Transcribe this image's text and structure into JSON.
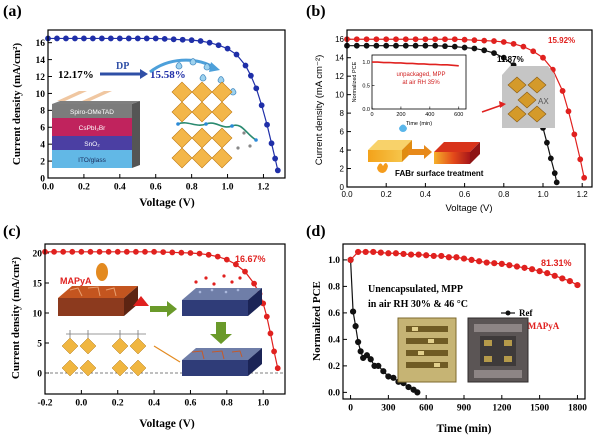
{
  "panels": [
    {
      "letter": "(a)",
      "xlabel": "Voltage (V)",
      "ylabel": "Current density (mA/cm²)",
      "xticks": [
        "0.0",
        "0.2",
        "0.4",
        "0.6",
        "0.8",
        "1.0",
        "1.2"
      ],
      "yticks": [
        "0",
        "2",
        "4",
        "6",
        "8",
        "10",
        "12",
        "14",
        "16"
      ],
      "ann_before": "12.17%",
      "ann_arrow": "DP",
      "ann_after": "15.58%",
      "layers": [
        "Spiro-OMeTAD",
        "CsPbI₂Br",
        "SnO₂",
        "ITO/glass"
      ]
    },
    {
      "letter": "(b)",
      "xlabel": "Voltage (V)",
      "ylabel": "Current density (mA cm⁻²)",
      "xticks": [
        "0.0",
        "0.2",
        "0.4",
        "0.6",
        "0.8",
        "1.0",
        "1.2"
      ],
      "yticks": [
        "0",
        "2",
        "4",
        "6",
        "8",
        "10",
        "12",
        "14",
        "16"
      ],
      "ann_ref": "11.87%",
      "ann_best": "15.92%",
      "inset_title": "unpackaged, MPP",
      "inset_sub": "at air RH 35%",
      "inset_ylabel": "Normalized PCE",
      "inset_xlabel": "Time (min)",
      "inset_xticks": [
        "0",
        "200",
        "400",
        "600"
      ],
      "inset_yticks": [
        "0.0",
        "0.5",
        "1.0"
      ],
      "treat_label": "FABr surface treatment",
      "ax_label": "AX"
    },
    {
      "letter": "(c)",
      "xlabel": "Voltage (V)",
      "ylabel": "Current density (mA/cm²)",
      "xticks": [
        "-0.2",
        "0.0",
        "0.2",
        "0.4",
        "0.6",
        "0.8",
        "1.0"
      ],
      "yticks": [
        "0",
        "5",
        "10",
        "15",
        "20"
      ],
      "ann_best": "16.67%",
      "additive": "MAPyA"
    },
    {
      "letter": "(d)",
      "xlabel": "Time (min)",
      "ylabel": "Normalized PCE",
      "xticks": [
        "0",
        "300",
        "600",
        "900",
        "1200",
        "1500",
        "1800"
      ],
      "yticks": [
        "0.0",
        "0.2",
        "0.4",
        "0.6",
        "0.8",
        "1.0"
      ],
      "cond1": "Unencapsulated, MPP",
      "cond2": "in air RH 30% & 46 °C",
      "ann_end": "81.31%",
      "legend": [
        "Ref",
        "w MAPyA"
      ]
    }
  ],
  "colors": {
    "blue": "#1f2fa8",
    "red": "#e0211f",
    "black": "#111111"
  },
  "chart_data": [
    {
      "type": "line",
      "title": "",
      "xlabel": "Voltage (V)",
      "ylabel": "Current density (mA/cm²)",
      "xlim": [
        0,
        1.32
      ],
      "ylim": [
        0,
        17.5
      ],
      "grid": false,
      "series": [
        {
          "color": "#1f2fa8",
          "x": [
            0,
            0.05,
            0.1,
            0.15,
            0.2,
            0.25,
            0.3,
            0.35,
            0.4,
            0.45,
            0.5,
            0.55,
            0.6,
            0.65,
            0.7,
            0.75,
            0.8,
            0.85,
            0.9,
            0.95,
            1.0,
            1.05,
            1.1,
            1.13,
            1.16,
            1.19,
            1.22,
            1.245,
            1.265,
            1.28
          ],
          "y": [
            16.5,
            16.5,
            16.5,
            16.5,
            16.5,
            16.5,
            16.5,
            16.5,
            16.5,
            16.5,
            16.5,
            16.5,
            16.5,
            16.45,
            16.4,
            16.35,
            16.3,
            16.2,
            16.0,
            15.7,
            15.3,
            14.6,
            13.3,
            12.1,
            10.6,
            8.6,
            6.3,
            4.1,
            2.3,
            0.9
          ]
        }
      ]
    },
    {
      "type": "line",
      "title": "",
      "xlabel": "Voltage (V)",
      "ylabel": "Current density (mA cm⁻²)",
      "xlim": [
        0,
        1.25
      ],
      "ylim": [
        0,
        17
      ],
      "grid": false,
      "series": [
        {
          "color": "#111111",
          "label": "11.87%",
          "x": [
            0,
            0.05,
            0.1,
            0.15,
            0.2,
            0.25,
            0.3,
            0.35,
            0.4,
            0.45,
            0.5,
            0.55,
            0.6,
            0.65,
            0.7,
            0.75,
            0.8,
            0.85,
            0.9,
            0.95,
            0.98,
            1.0,
            1.02,
            1.04,
            1.06,
            1.07
          ],
          "y": [
            15.3,
            15.3,
            15.3,
            15.3,
            15.3,
            15.3,
            15.3,
            15.3,
            15.3,
            15.3,
            15.25,
            15.2,
            15.1,
            15.0,
            14.8,
            14.5,
            14.0,
            13.2,
            11.9,
            9.6,
            7.9,
            6.4,
            4.8,
            3.1,
            1.5,
            0.5
          ]
        },
        {
          "color": "#e0211f",
          "label": "15.92%",
          "x": [
            0,
            0.05,
            0.1,
            0.15,
            0.2,
            0.25,
            0.3,
            0.35,
            0.4,
            0.45,
            0.5,
            0.55,
            0.6,
            0.65,
            0.7,
            0.75,
            0.8,
            0.85,
            0.9,
            0.95,
            1.0,
            1.05,
            1.1,
            1.13,
            1.16,
            1.19,
            1.21
          ],
          "y": [
            16.0,
            16.0,
            16.0,
            16.0,
            16.0,
            16.0,
            16.0,
            16.0,
            16.0,
            16.0,
            16.0,
            16.0,
            15.95,
            15.9,
            15.85,
            15.8,
            15.7,
            15.5,
            15.2,
            14.7,
            14.0,
            12.7,
            10.4,
            8.2,
            5.7,
            3.0,
            1.0
          ]
        }
      ]
    },
    {
      "type": "line",
      "title": "",
      "xlabel": "Voltage (V)",
      "ylabel": "Current density (mA/cm²)",
      "xlim": [
        -0.2,
        1.12
      ],
      "ylim": [
        -3.5,
        21.5
      ],
      "grid": false,
      "series": [
        {
          "color": "#e0211f",
          "x": [
            -0.2,
            -0.15,
            -0.1,
            -0.05,
            0,
            0.05,
            0.1,
            0.15,
            0.2,
            0.25,
            0.3,
            0.35,
            0.4,
            0.45,
            0.5,
            0.55,
            0.6,
            0.65,
            0.7,
            0.75,
            0.8,
            0.85,
            0.9,
            0.95,
            0.98,
            1.0,
            1.02,
            1.04,
            1.06,
            1.08
          ],
          "y": [
            20.2,
            20.2,
            20.2,
            20.2,
            20.2,
            20.2,
            20.2,
            20.2,
            20.2,
            20.2,
            20.2,
            20.2,
            20.2,
            20.15,
            20.1,
            20.05,
            20.0,
            19.9,
            19.7,
            19.4,
            18.9,
            18.1,
            16.9,
            14.9,
            13.2,
            11.6,
            9.4,
            6.6,
            3.6,
            0.8
          ]
        }
      ]
    },
    {
      "type": "line",
      "title": "",
      "xlabel": "Time (min)",
      "ylabel": "Normalized PCE",
      "xlim": [
        -60,
        1860
      ],
      "ylim": [
        -0.05,
        1.12
      ],
      "grid": false,
      "legend": "lower-right",
      "series": [
        {
          "name": "Ref",
          "color": "#111111",
          "x": [
            0,
            20,
            40,
            60,
            80,
            100,
            130,
            160,
            190,
            220,
            260,
            300,
            340,
            380,
            420,
            460,
            500,
            530
          ],
          "y": [
            1.0,
            0.61,
            0.5,
            0.38,
            0.31,
            0.26,
            0.28,
            0.25,
            0.2,
            0.2,
            0.16,
            0.12,
            0.11,
            0.08,
            0.07,
            0.04,
            0.02,
            0.0
          ]
        },
        {
          "name": "w MAPyA",
          "color": "#e0211f",
          "x": [
            0,
            60,
            120,
            180,
            240,
            300,
            360,
            420,
            480,
            540,
            600,
            660,
            720,
            780,
            840,
            900,
            960,
            1020,
            1080,
            1140,
            1200,
            1260,
            1320,
            1380,
            1440,
            1500,
            1560,
            1620,
            1680,
            1740,
            1800
          ],
          "y": [
            1.0,
            1.06,
            1.06,
            1.06,
            1.055,
            1.05,
            1.05,
            1.045,
            1.04,
            1.04,
            1.035,
            1.03,
            1.03,
            1.02,
            1.02,
            1.01,
            1.0,
            0.99,
            0.98,
            0.975,
            0.97,
            0.96,
            0.95,
            0.94,
            0.93,
            0.915,
            0.9,
            0.88,
            0.86,
            0.84,
            0.81
          ]
        }
      ]
    }
  ]
}
